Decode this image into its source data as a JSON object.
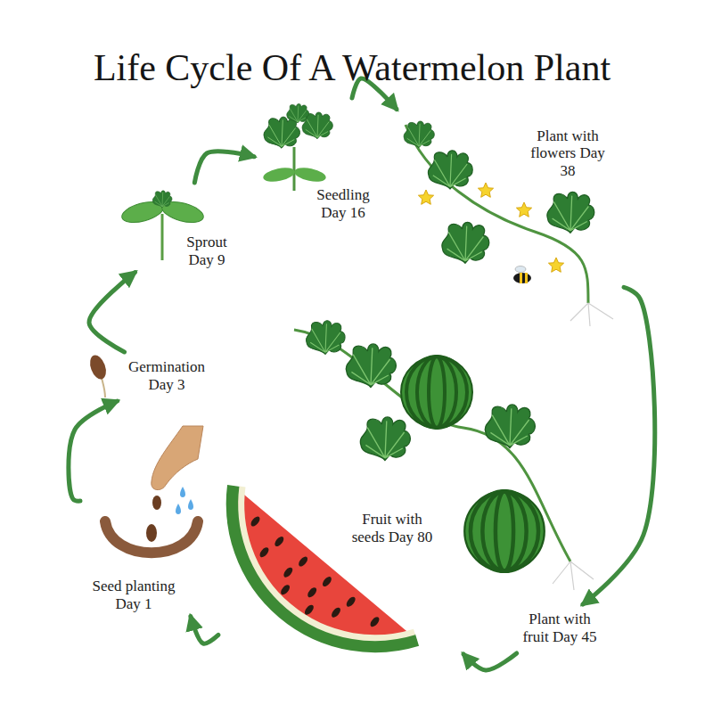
{
  "diagram": {
    "title": "Life Cycle Of A Watermelon Plant",
    "nodes": [
      {
        "text": [
          "Seed planting Day 1"
        ]
      },
      {
        "text": [
          "Germination Day 3"
        ]
      },
      {
        "text": [
          "Sprout Day 9"
        ]
      },
      {
        "text": [
          "Seedling Day 16"
        ]
      },
      {
        "text": [
          "Plant with flowers Day 38"
        ]
      },
      {
        "text": [
          "Plant with fruit Day 45"
        ]
      },
      {
        "text": [
          "Fruit with seeds Day 80"
        ]
      }
    ],
    "edges": [
      {
        "from": 0,
        "to": 1,
        "arrow": "to"
      },
      {
        "from": 1,
        "to": 2,
        "arrow": "to"
      },
      {
        "from": 2,
        "to": 3,
        "arrow": "to"
      },
      {
        "from": 3,
        "to": 4,
        "arrow": "to"
      },
      {
        "from": 4,
        "to": 5,
        "arrow": "to"
      },
      {
        "from": 5,
        "to": 6,
        "arrow": "to"
      },
      {
        "from": 6,
        "to": 0,
        "arrow": "to"
      }
    ]
  }
}
